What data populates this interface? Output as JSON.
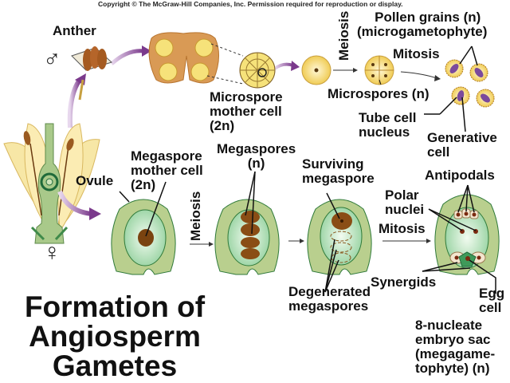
{
  "copyright": "Copyright © The McGraw-Hill Companies, Inc. Permission required for reproduction or display.",
  "title": [
    "Formation of",
    "Angiosperm",
    "Gametes"
  ],
  "symbols": {
    "male": "♂",
    "female": "♀"
  },
  "male_pathway": {
    "anther": "Anther",
    "microspore_mother_cell": [
      "Microspore",
      "mother cell",
      "(2n)"
    ],
    "meiosis": "Meiosis",
    "microspores": "Microspores (n)",
    "mitosis": "Mitosis",
    "pollen_grains": [
      "Pollen grains (n)",
      "(microgametophyte)"
    ],
    "tube_cell_nucleus": [
      "Tube cell",
      "nucleus"
    ],
    "generative_cell": [
      "Generative",
      "cell"
    ]
  },
  "female_pathway": {
    "ovule": "Ovule",
    "megaspore_mother_cell": [
      "Megaspore",
      "mother cell",
      "(2n)"
    ],
    "meiosis": "Meiosis",
    "megaspores": [
      "Megaspores",
      "(n)"
    ],
    "surviving_megaspore": [
      "Surviving",
      "megaspore"
    ],
    "degenerated_megaspores": [
      "Degenerated",
      "megaspores"
    ],
    "mitosis": "Mitosis",
    "antipodals": "Antipodals",
    "polar_nuclei": [
      "Polar",
      "nuclei"
    ],
    "synergids": "Synergids",
    "egg_cell": [
      "Egg",
      "cell"
    ],
    "embryo_sac": [
      "8-nucleate",
      "embryo sac",
      "(megagame-",
      "tophyte) (n)"
    ]
  },
  "colors": {
    "ovule_outer": "#b9cf8e",
    "ovule_inner": "#cfe8c9",
    "megaspore": "#7a4310",
    "pollen": "#f2d36a",
    "anther_tissue": "#d99a55",
    "arrow_purple": "#7b3a8c",
    "generative": "#7b4a9c"
  }
}
